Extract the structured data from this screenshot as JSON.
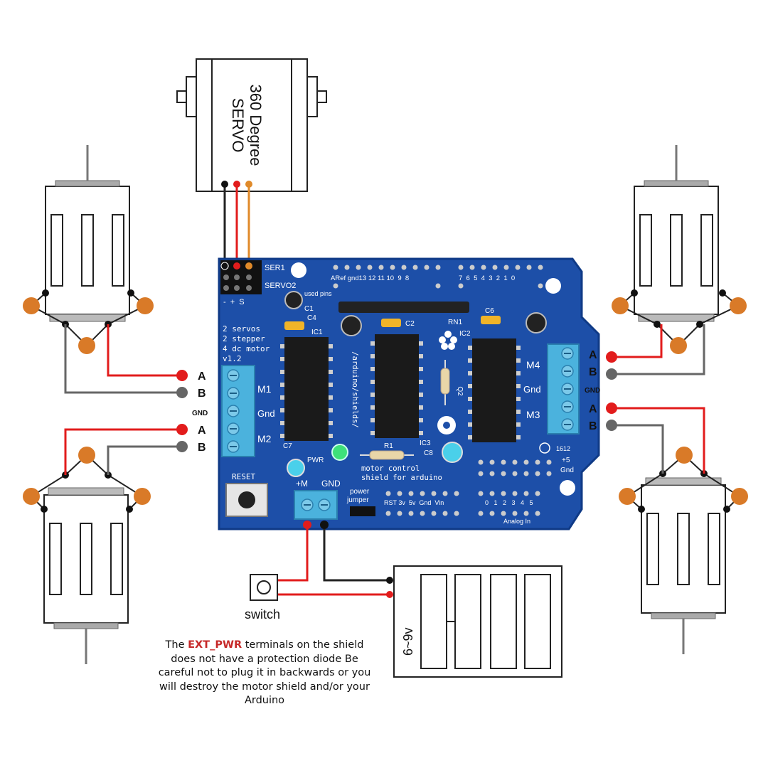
{
  "servo": {
    "label_line1": "360 Degree",
    "label_line2": "SERVO"
  },
  "board": {
    "header_servo1": "SER1",
    "header_servo2": "SERVO2",
    "header_pins_polarity": "-  +  S",
    "features": [
      "2 servos",
      "2 stepper",
      "4 dc motor",
      "v1.2"
    ],
    "top_row_label": "ARef gnd13 12 11 10  9  8",
    "top_row_right_label": "7  6  5  4  3  2  1  0",
    "used_pins_label": "used pins",
    "m_labels": [
      "M1",
      "M2",
      "M3",
      "M4"
    ],
    "terminal_gnd": "Gnd",
    "chip_labels": [
      "IC1",
      "IC2",
      "IC3"
    ],
    "cap_labels": [
      "C1",
      "C2",
      "C4",
      "C6",
      "C7",
      "C8"
    ],
    "resistor_labels": [
      "R1",
      "RN1"
    ],
    "q_label": "Q2",
    "power_led_label": "PWR",
    "vertical_url": "/arduino/shields/",
    "brand_line1": "motor control",
    "brand_line2": "shield for arduino",
    "ext_labels": [
      "+M",
      "GND"
    ],
    "power_jumper_line1": "power",
    "power_jumper_line2": "jumper",
    "power_pins_label": "RST 3v  5v  Gnd  Vin",
    "analog_pins_numbers": "0   1   2   3   4   5",
    "analog_in_label": "Analog In",
    "plus5_label": "+5",
    "gnd_right_label": "Gnd",
    "reset_label": "RESET",
    "version_code": "1612"
  },
  "terminals": {
    "left": {
      "a_top": "A",
      "b_top": "B",
      "gnd": "GND",
      "a_bottom": "A",
      "b_bottom": "B"
    },
    "right": {
      "a_top": "A",
      "b_top": "B",
      "gnd": "GND",
      "a_bottom": "A",
      "b_bottom": "B"
    }
  },
  "switch_label": "switch",
  "battery_label": "6~9v",
  "warning": {
    "prefix": "The",
    "highlight": "EXT_PWR",
    "rest": "terminals on the shield does not have a protection diode Be careful not to plug it in backwards or you will destroy the motor shield and/or your Arduino"
  },
  "colors": {
    "board": "#1d4fa8",
    "board_dark": "#0f3a86",
    "wire_red": "#e21c1c",
    "wire_gray": "#666666",
    "wire_orange": "#e08a2a",
    "terminal_blue": "#4bb2dd",
    "motor_tab": "#d97a28",
    "warning_red": "#c62828"
  }
}
